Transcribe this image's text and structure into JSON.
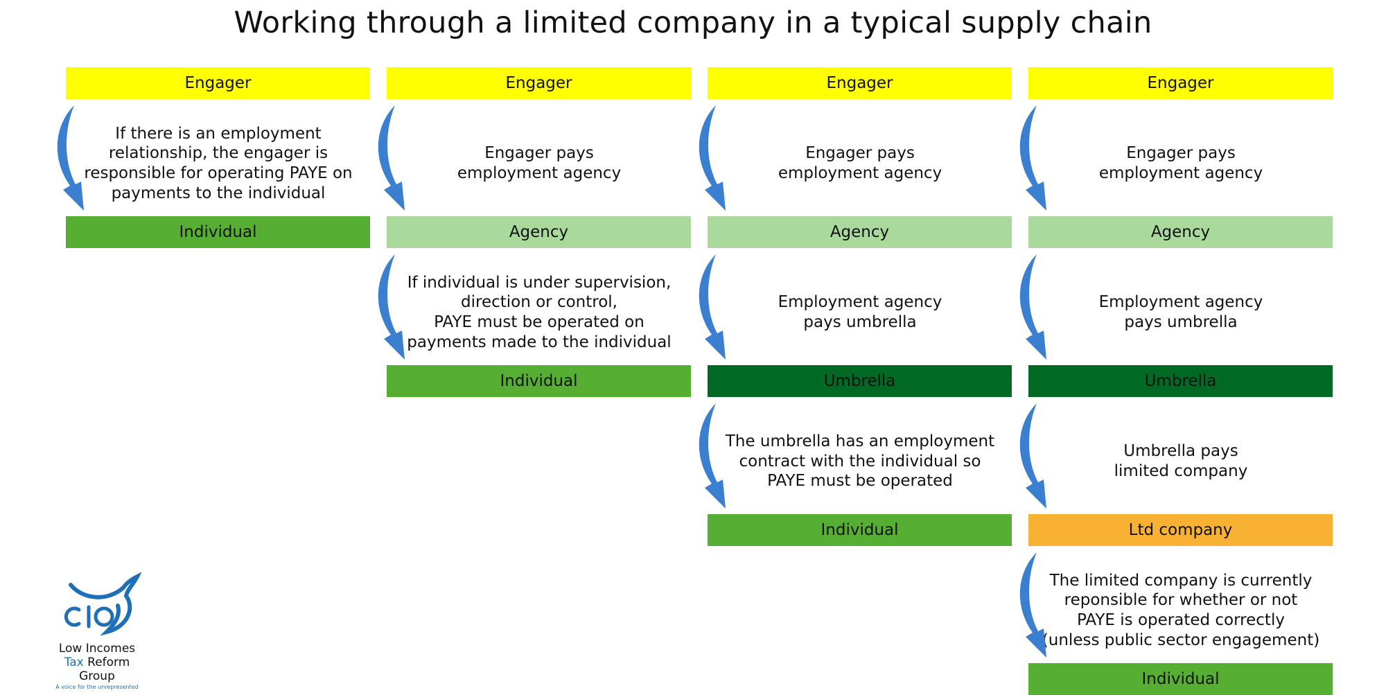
{
  "title": "Working through a limited company in a typical supply chain",
  "colors": {
    "engager": "#ffff00",
    "individual": "#56ae32",
    "agency": "#a9d99b",
    "umbrella": "#006a24",
    "ltd_company": "#f8b133",
    "arrow": "#3b7fd0"
  },
  "columns": [
    {
      "boxes": [
        "Engager",
        "Individual"
      ],
      "descriptions": [
        "If there is an employment\nrelationship, the engager is\nresponsible for operating PAYE on\npayments to the individual"
      ]
    },
    {
      "boxes": [
        "Engager",
        "Agency",
        "Individual"
      ],
      "descriptions": [
        "Engager pays\nemployment agency",
        "If individual is under supervision,\ndirection or control,\nPAYE must be operated on\npayments made to the individual"
      ]
    },
    {
      "boxes": [
        "Engager",
        "Agency",
        "Umbrella",
        "Individual"
      ],
      "descriptions": [
        "Engager pays\nemployment agency",
        "Employment agency\npays umbrella",
        "The umbrella has an employment\ncontract with the individual so\nPAYE must be operated"
      ]
    },
    {
      "boxes": [
        "Engager",
        "Agency",
        "Umbrella",
        "Ltd company",
        "Individual"
      ],
      "descriptions": [
        "Engager pays\nemployment agency",
        "Employment agency\npays umbrella",
        "Umbrella pays\nlimited company",
        "The limited company is currently\nreponsible for whether or not\nPAYE is operated correctly\n(unless public sector engagement)"
      ]
    }
  ],
  "logo": {
    "monogram": "CIO",
    "line1": "Low Incomes",
    "line2_highlight": "Tax",
    "line2_rest": " Reform",
    "line3": "Group",
    "tagline": "A voice for the unrepresented"
  }
}
